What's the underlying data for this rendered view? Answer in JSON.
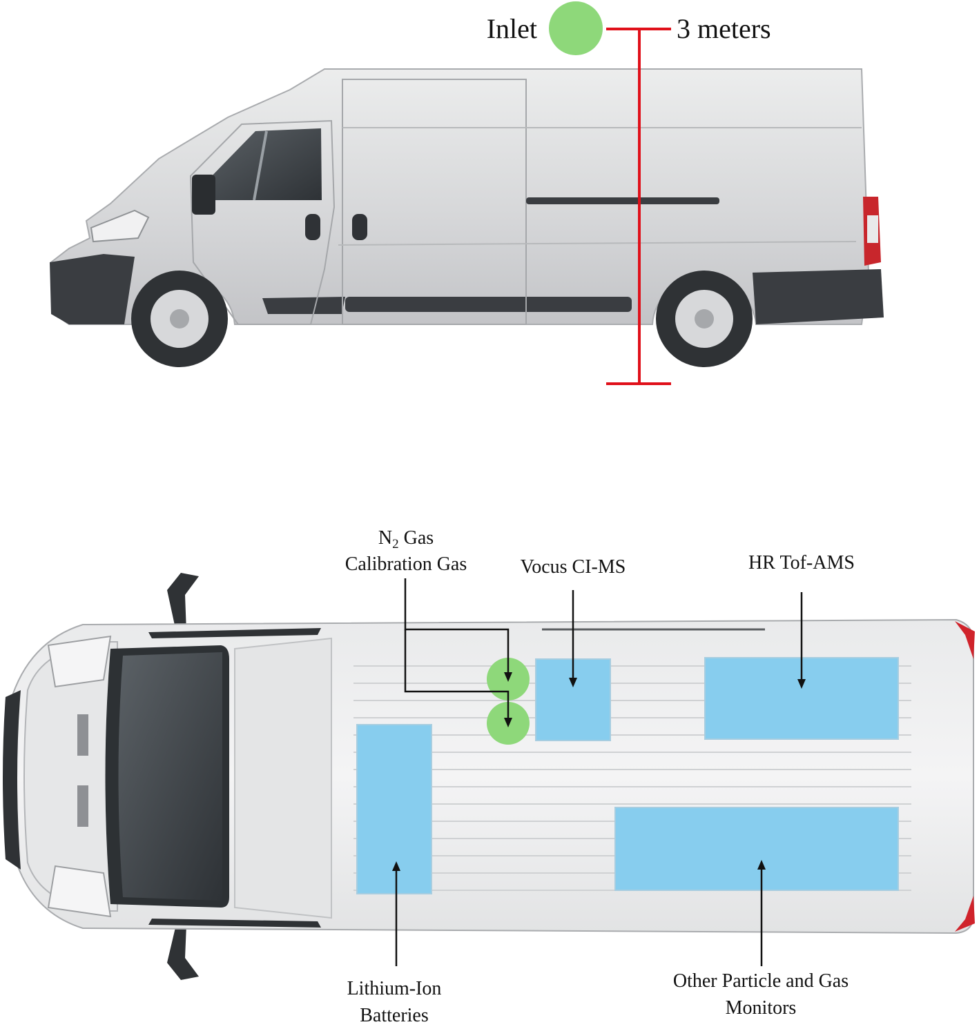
{
  "side_view": {
    "inlet_label": "Inlet",
    "height_label": "3 meters"
  },
  "top_view": {
    "n2_label_prefix": "N",
    "n2_label_subscript": "2",
    "n2_label_suffix": " Gas",
    "calibration_label": "Calibration Gas",
    "vocus_label": "Vocus CI-MS",
    "hr_tof_label": "HR Tof-AMS",
    "battery_label_line1": "Lithium-Ion",
    "battery_label_line2": "Batteries",
    "monitors_label_line1": "Other Particle and Gas",
    "monitors_label_line2": "Monitors"
  },
  "colors": {
    "marker_green": "#8ed87a",
    "instrument_blue": "#87cdee",
    "scale_red": "#e0101a",
    "van_body": "#d9dadd",
    "van_trim": "#3a3d41"
  }
}
